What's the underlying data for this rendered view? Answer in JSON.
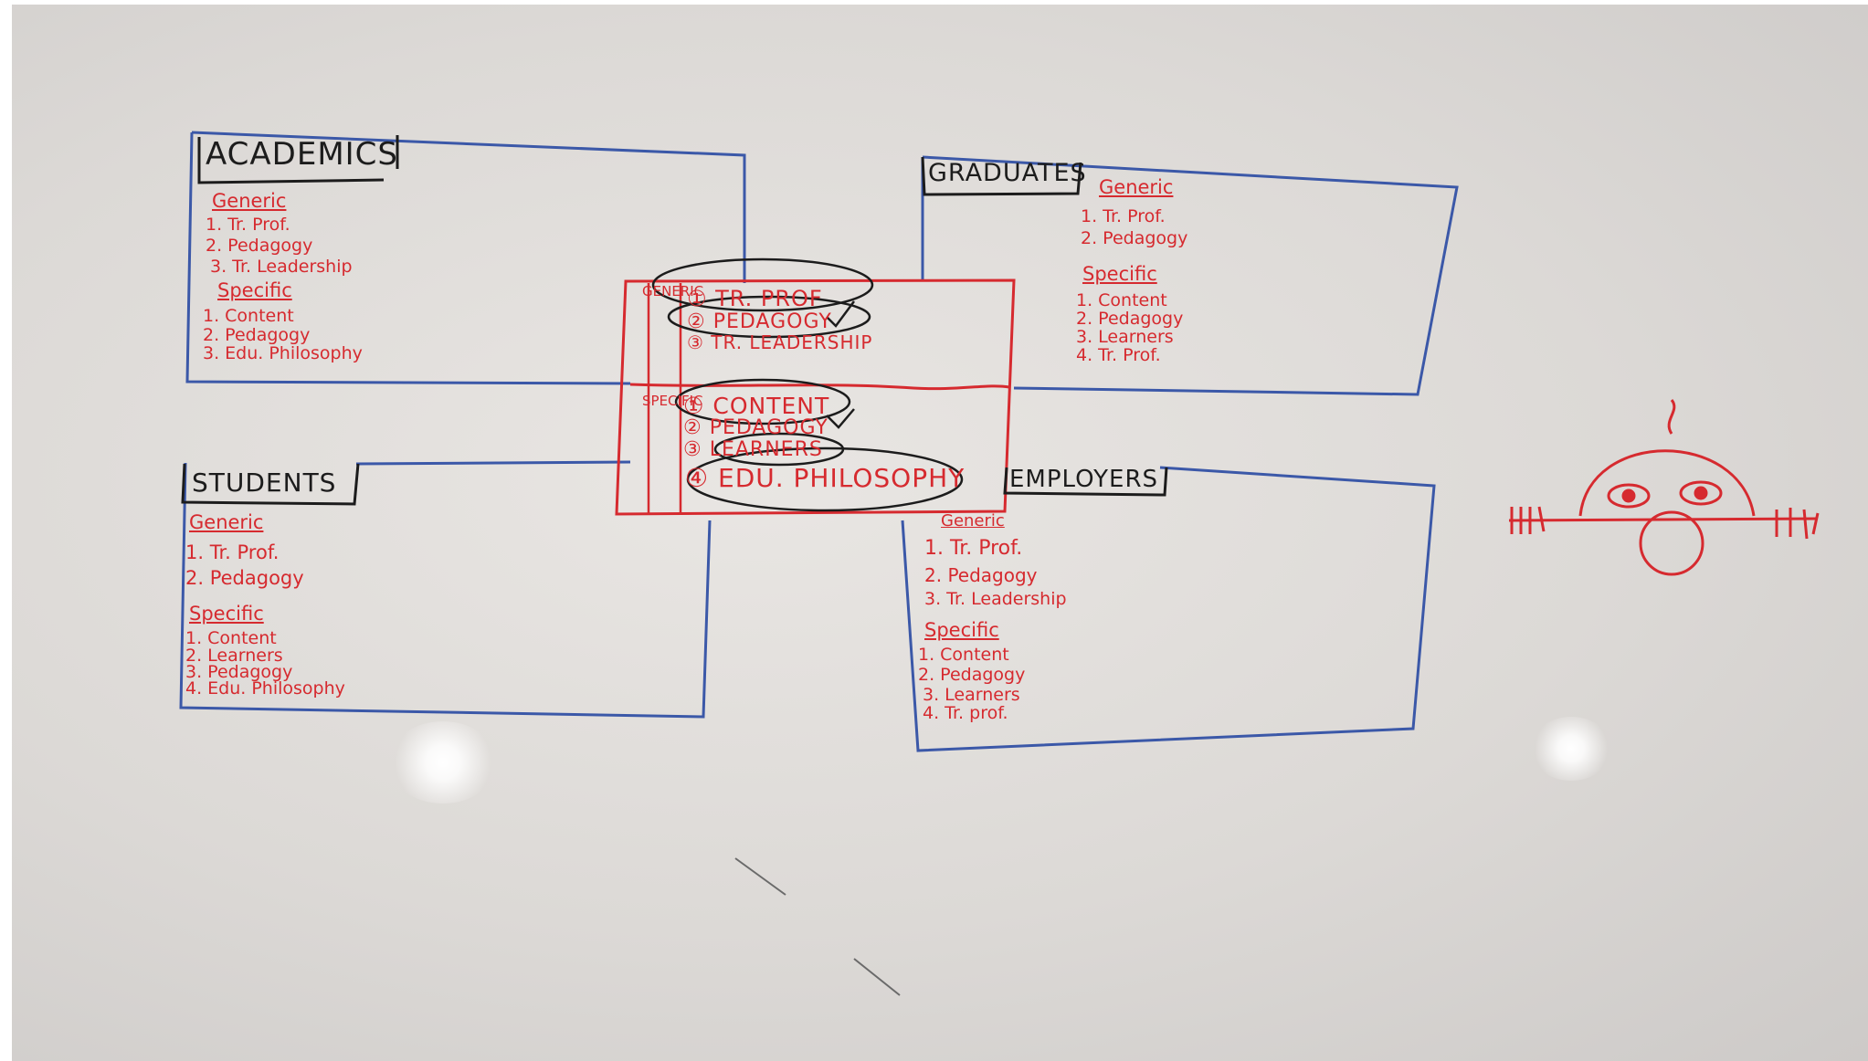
{
  "academics": {
    "title": "ACADEMICS",
    "generic_label": "Generic",
    "generic_items": [
      "1. Tr. Prof.",
      "2. Pedagogy",
      "3. Tr. Leadership"
    ],
    "specific_label": "Specific",
    "specific_items": [
      "1. Content",
      "2. Pedagogy",
      "3. Edu. Philosophy"
    ]
  },
  "graduates": {
    "title": "GRADUATES",
    "generic_label": "Generic",
    "generic_items": [
      "1. Tr. Prof.",
      "2. Pedagogy"
    ],
    "specific_label": "Specific",
    "specific_items": [
      "1. Content",
      "2. Pedagogy",
      "3. Learners",
      "4. Tr. Prof."
    ]
  },
  "students": {
    "title": "STUDENTS",
    "generic_label": "Generic",
    "generic_items": [
      "1. Tr. Prof.",
      "2. Pedagogy"
    ],
    "specific_label": "Specific",
    "specific_items": [
      "1. Content",
      "2. Learners",
      "3. Pedagogy",
      "4. Edu. Philosophy"
    ]
  },
  "employers": {
    "title": "EMPLOYERS",
    "generic_label": "Generic",
    "generic_items": [
      "1. Tr. Prof.",
      "2. Pedagogy",
      "3. Tr. Leadership"
    ],
    "specific_label": "Specific",
    "specific_items": [
      "1. Content",
      "2. Pedagogy",
      "3. Learners",
      "4. Tr. prof."
    ]
  },
  "center": {
    "generic_vertical": "GENERIC",
    "specific_vertical": "SPECIFIC",
    "generic_items": [
      "① TR. PROF",
      "② PEDAGOGY",
      "③ TR. LEADERSHIP"
    ],
    "specific_items": [
      "① CONTENT",
      "② PEDAGOGY",
      "③ LEARNERS",
      "④ EDU. PHILOSOPHY"
    ]
  },
  "colors": {
    "marker_red": "#d62a2f",
    "marker_blue": "#3b58a8",
    "marker_black": "#1c1c1c",
    "whiteboard": "#e2dfdc"
  },
  "decorations": [
    "doodle-face-peeking-over-line",
    "glare-spot"
  ]
}
